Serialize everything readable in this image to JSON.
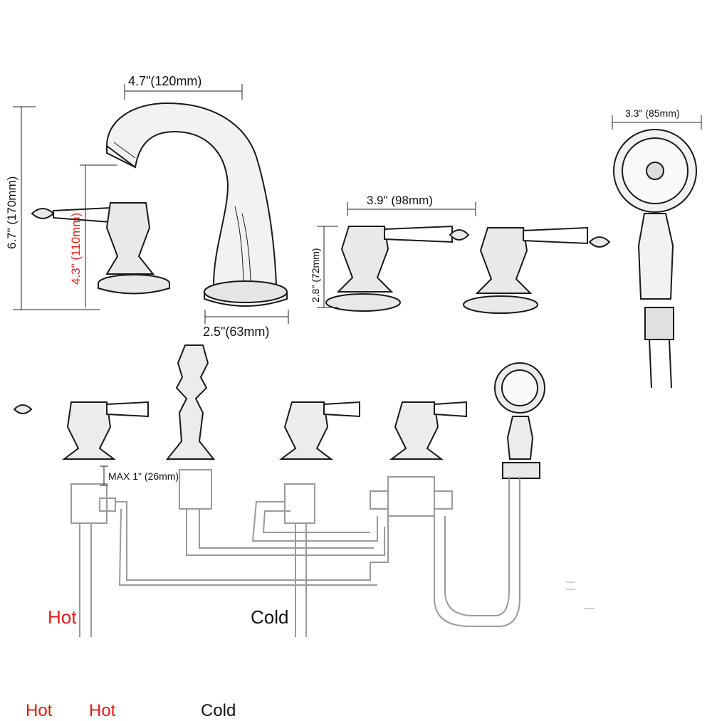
{
  "dimensions": {
    "spout_reach": "4.7\"(120mm)",
    "total_height": "6.7\" (170mm)",
    "spout_height": "4.3\" (110mm)",
    "spout_base": "2.5\"(63mm)",
    "valve_spacing": "3.9\" (98mm)",
    "valve_height": "2.8\" (72mm)",
    "shower_head_diameter": "3.3\" (85mm)",
    "max_deck_thickness": "MAX 1\" (26mm)"
  },
  "pipe_labels": {
    "hot": "Hot",
    "cold": "Cold",
    "bottom_hot_1": "Hot",
    "bottom_hot_2": "Hot",
    "bottom_cold": "Cold"
  },
  "colors": {
    "line": "#1a1a1a",
    "pipe": "#9a9a9a",
    "hot_text": "#e01a1a",
    "dim_red": "#e02020"
  }
}
